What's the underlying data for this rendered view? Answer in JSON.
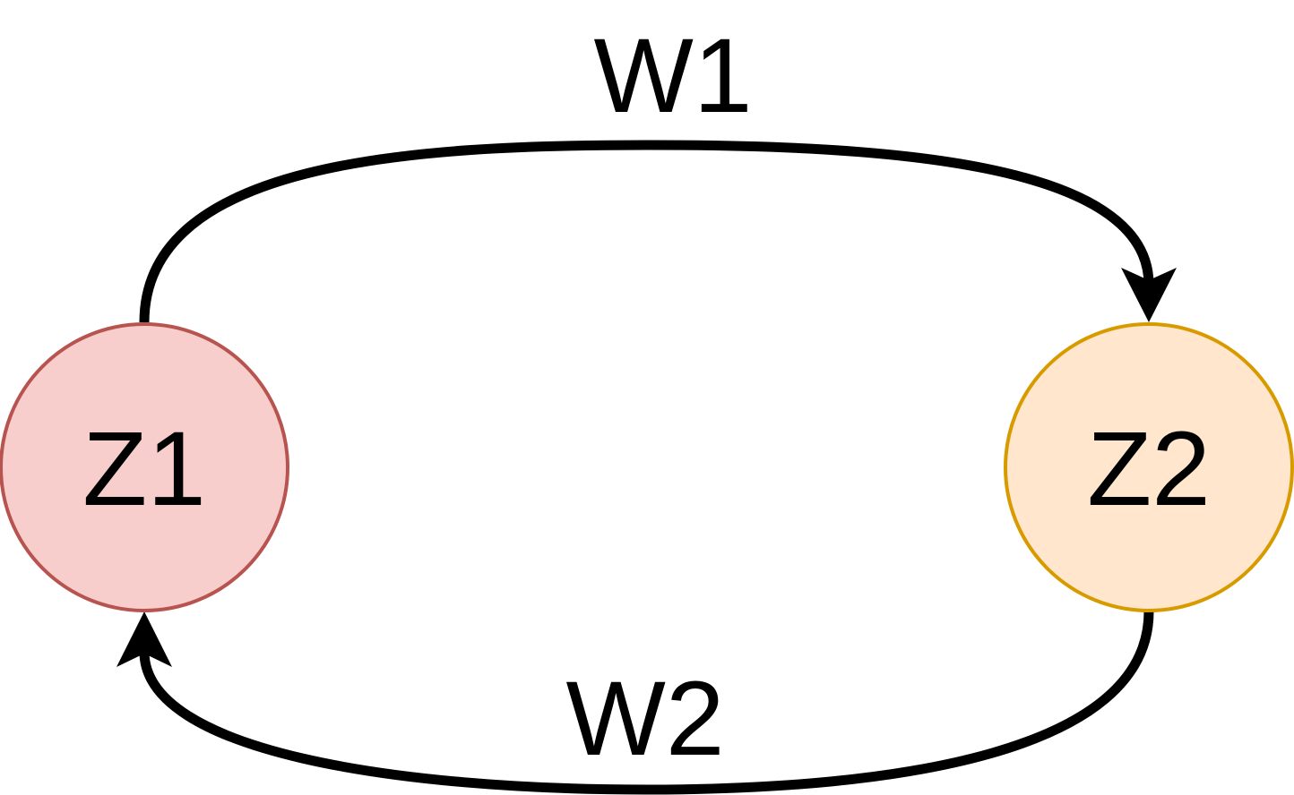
{
  "nodes": [
    {
      "id": "z1",
      "label": "Z1",
      "fill": "#f8cecc",
      "stroke": "#b85450"
    },
    {
      "id": "z2",
      "label": "Z2",
      "fill": "#ffe6cc",
      "stroke": "#d79b00"
    }
  ],
  "edges": [
    {
      "from": "Z1",
      "to": "Z2",
      "label": "W1"
    },
    {
      "from": "Z2",
      "to": "Z1",
      "label": "W2"
    }
  ],
  "colors": {
    "edge": "#000000",
    "text": "#000000",
    "background": "#ffffff"
  }
}
